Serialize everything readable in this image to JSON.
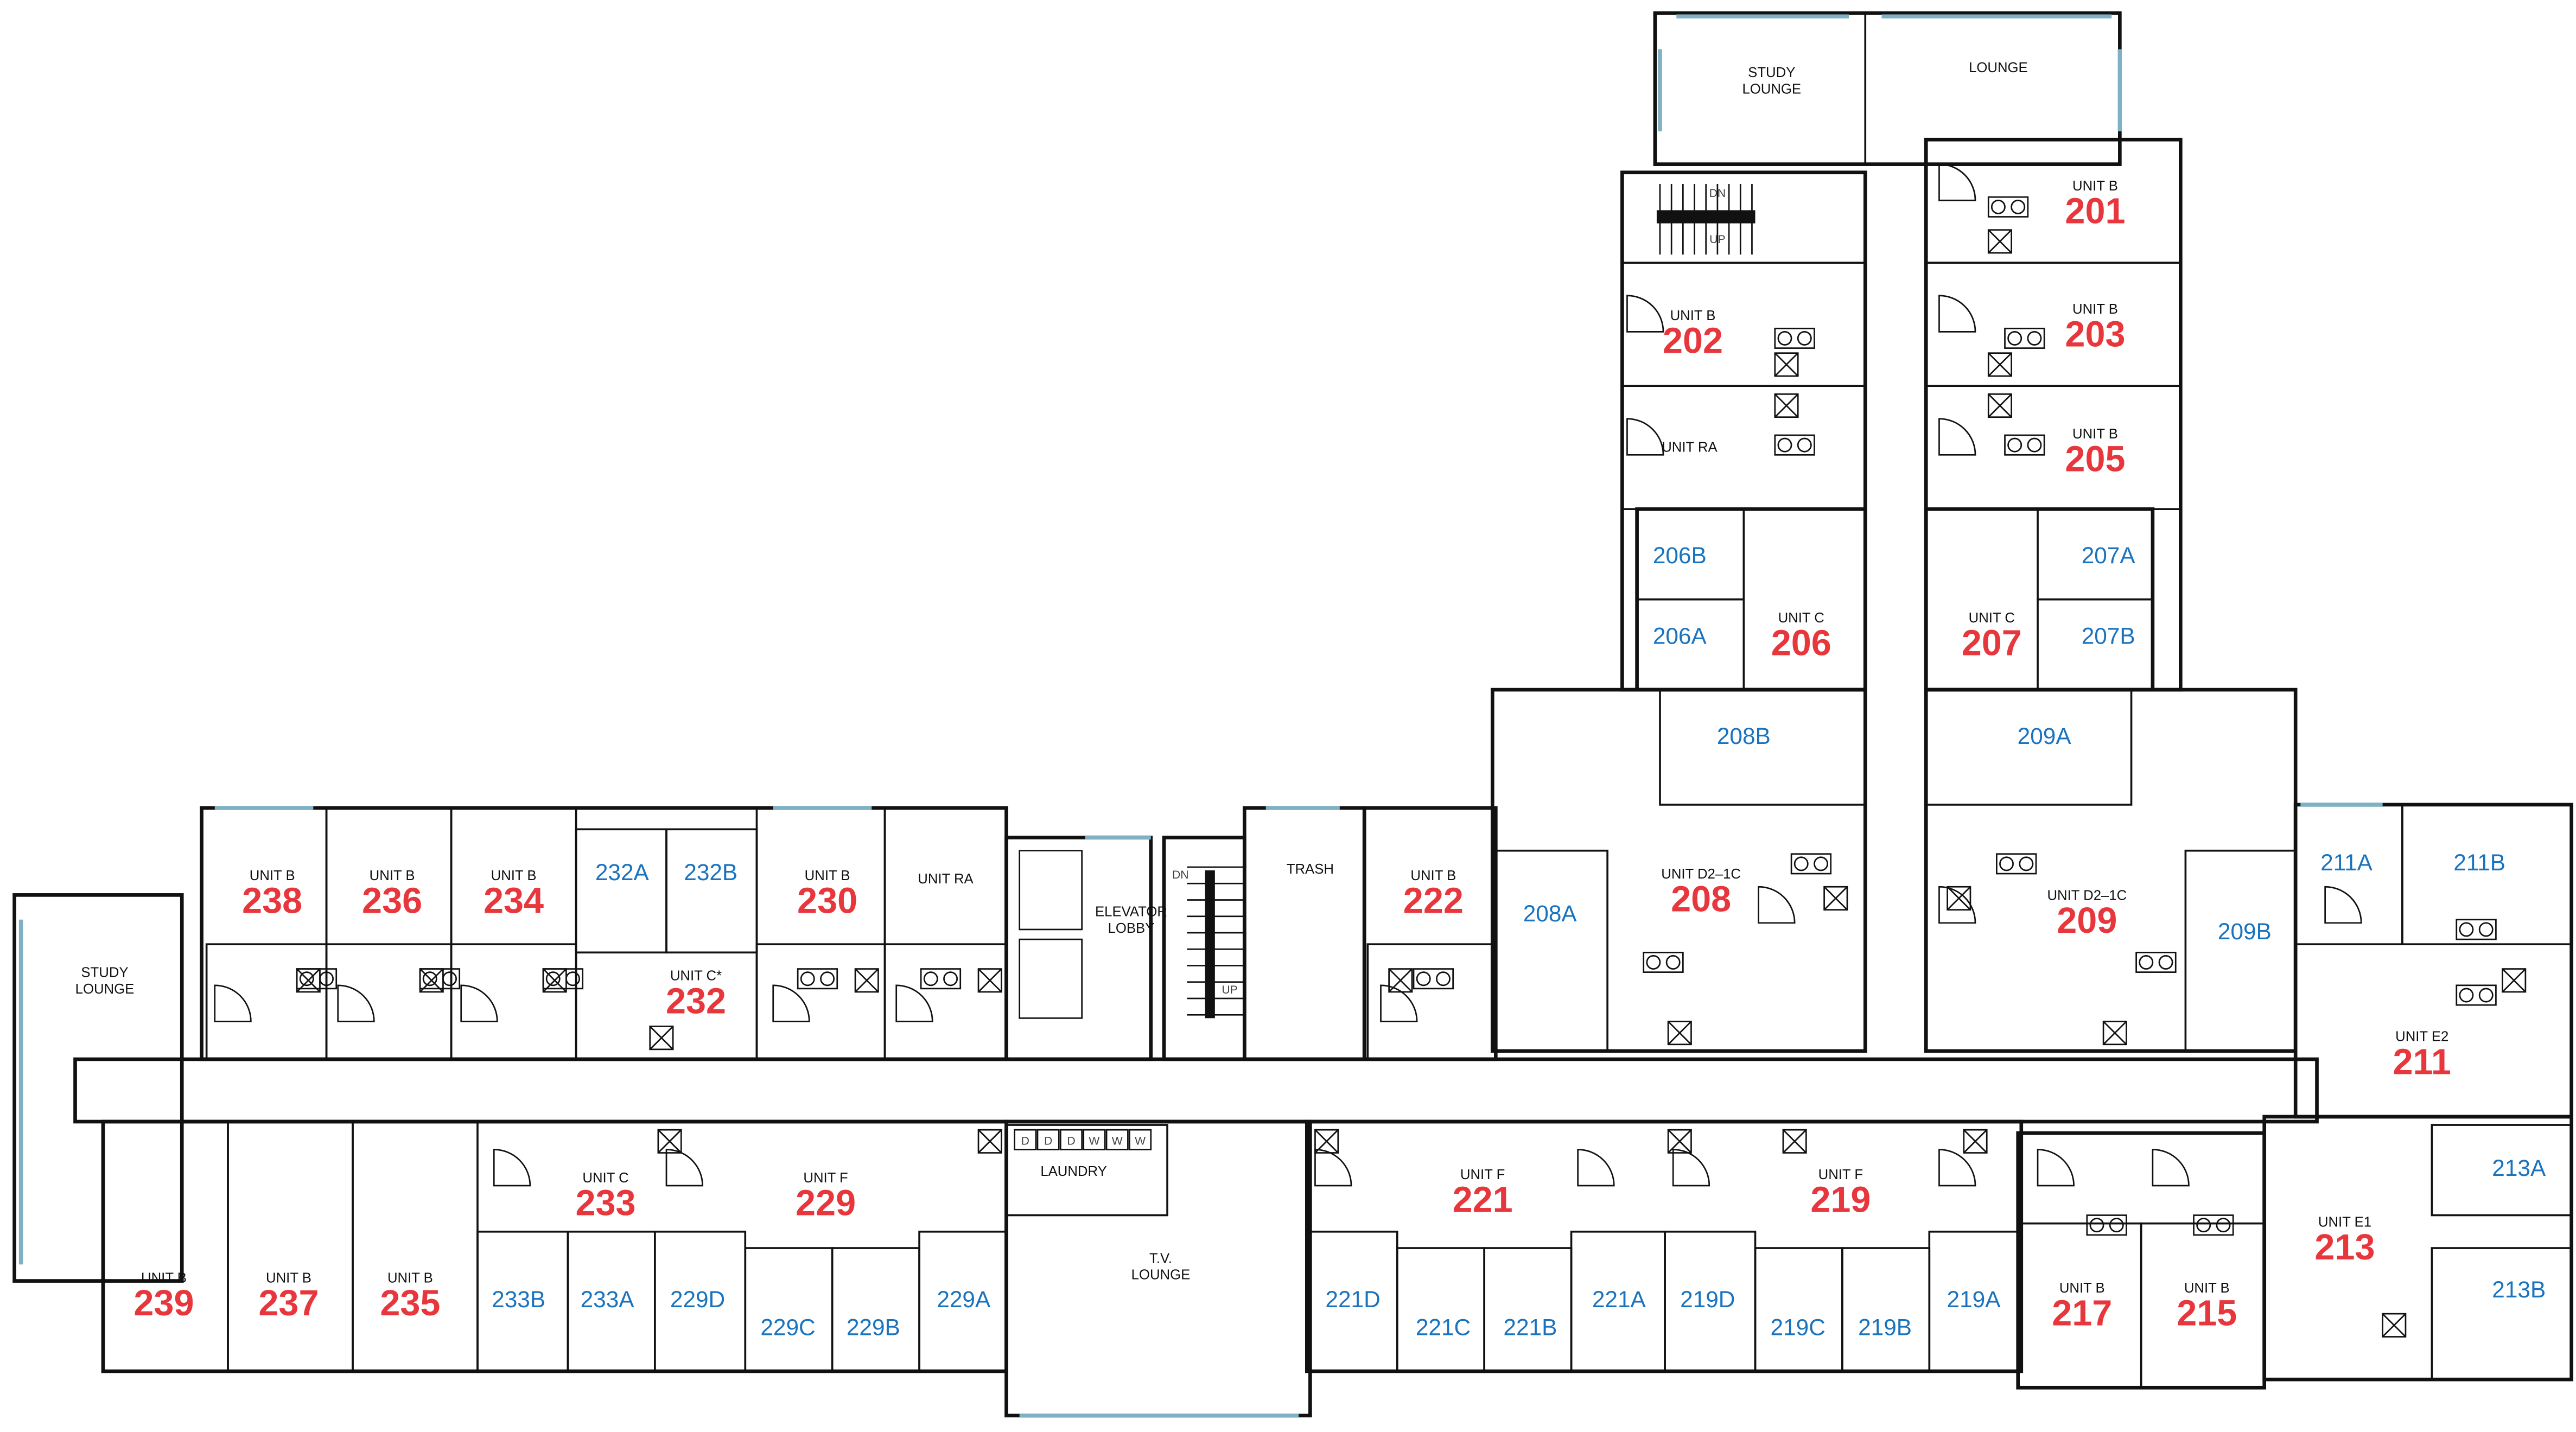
{
  "plan": {
    "colors": {
      "unit_number": "#e8363d",
      "sub_room": "#1a73be",
      "walls": "#111111",
      "windows": "#7fb0c4"
    },
    "units": [
      {
        "type": "UNIT B",
        "number": "201"
      },
      {
        "type": "UNIT B",
        "number": "202"
      },
      {
        "type": "UNIT B",
        "number": "203"
      },
      {
        "type": "UNIT B",
        "number": "205"
      },
      {
        "type": "UNIT C",
        "number": "206"
      },
      {
        "type": "UNIT C",
        "number": "207"
      },
      {
        "type": "UNIT D2–1C",
        "number": "208"
      },
      {
        "type": "UNIT D2–1C",
        "number": "209"
      },
      {
        "type": "UNIT E2",
        "number": "211"
      },
      {
        "type": "UNIT E1",
        "number": "213"
      },
      {
        "type": "UNIT B",
        "number": "215"
      },
      {
        "type": "UNIT B",
        "number": "217"
      },
      {
        "type": "UNIT F",
        "number": "219"
      },
      {
        "type": "UNIT F",
        "number": "221"
      },
      {
        "type": "UNIT B",
        "number": "222"
      },
      {
        "type": "UNIT F",
        "number": "229"
      },
      {
        "type": "UNIT B",
        "number": "230"
      },
      {
        "type": "UNIT C*",
        "number": "232"
      },
      {
        "type": "UNIT C",
        "number": "233"
      },
      {
        "type": "UNIT B",
        "number": "234"
      },
      {
        "type": "UNIT B",
        "number": "235"
      },
      {
        "type": "UNIT B",
        "number": "236"
      },
      {
        "type": "UNIT B",
        "number": "237"
      },
      {
        "type": "UNIT B",
        "number": "238"
      },
      {
        "type": "UNIT B",
        "number": "239"
      }
    ],
    "ra_units": [
      "UNIT RA",
      "UNIT RA"
    ],
    "sub_rooms": [
      "206A",
      "206B",
      "207A",
      "207B",
      "208A",
      "208B",
      "209A",
      "209B",
      "211A",
      "211B",
      "213A",
      "213B",
      "219A",
      "219B",
      "219C",
      "219D",
      "221A",
      "221B",
      "221C",
      "221D",
      "229A",
      "229B",
      "229C",
      "229D",
      "232A",
      "232B",
      "233A",
      "233B"
    ],
    "common_rooms": {
      "study_lounge_north": [
        "STUDY",
        "LOUNGE"
      ],
      "lounge": [
        "LOUNGE"
      ],
      "elevator_lobby": [
        "ELEVATOR",
        "LOBBY"
      ],
      "trash": [
        "TRASH"
      ],
      "laundry": [
        "LAUNDRY"
      ],
      "tv_lounge": [
        "T.V.",
        "LOUNGE"
      ],
      "study_lounge_west": [
        "STUDY",
        "LOUNGE"
      ]
    },
    "laundry_machines": [
      "D",
      "D",
      "D",
      "W",
      "W",
      "W"
    ],
    "stair_labels": {
      "up": "UP",
      "down": "DN"
    }
  }
}
